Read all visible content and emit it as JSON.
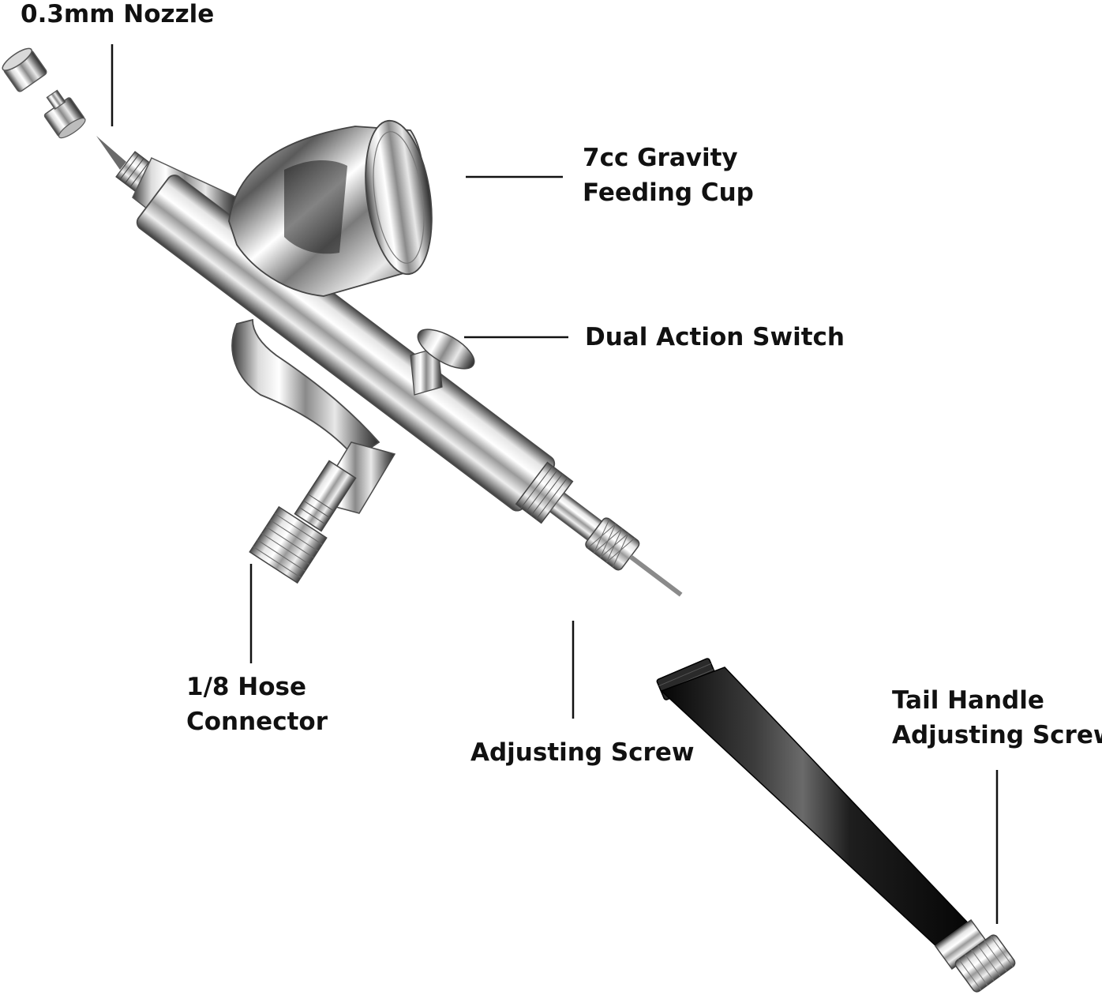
{
  "colors": {
    "background": "#ffffff",
    "text": "#111111",
    "leader_line": "#111111",
    "chrome_light": "#f4f4f4",
    "chrome_mid": "#b9b9b9",
    "chrome_dark": "#3a3a3a",
    "tail_handle": "#1b1b1b"
  },
  "labels": {
    "nozzle": "0.3mm Nozzle",
    "cup": [
      "7cc Gravity",
      "Feeding Cup"
    ],
    "switch": "Dual Action Switch",
    "hose": [
      "1/8 Hose",
      "Connector"
    ],
    "adjusting_screw": "Adjusting Screw",
    "tail": [
      "Tail Handle",
      "Adjusting Screw"
    ]
  }
}
